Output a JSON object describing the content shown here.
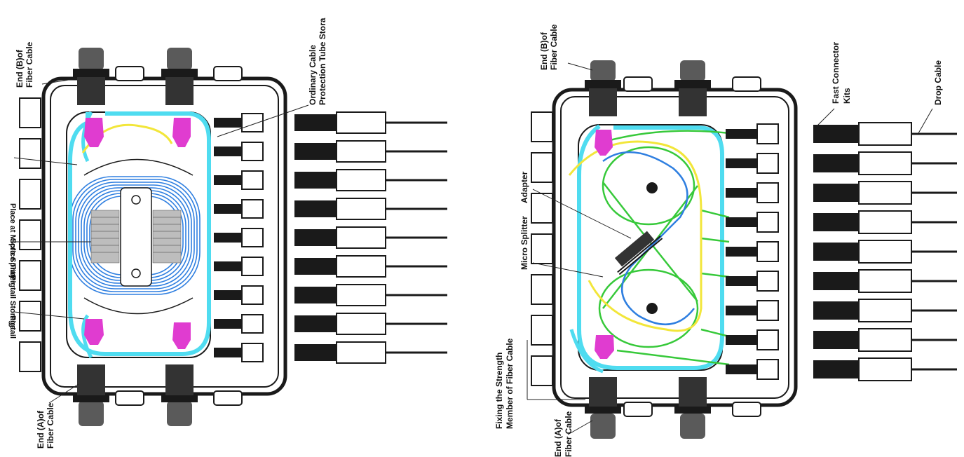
{
  "colors": {
    "cyan_tube": "#4fdcf0",
    "yellow_fiber": "#f2e63a",
    "green_fiber": "#37c93a",
    "blue_fiber": "#2f7fe0",
    "magenta_clamp": "#e03cd0",
    "dark_cap": "#5a5a5a",
    "outline": "#1a1a1a"
  },
  "left_diagram": {
    "labels": {
      "end_b_line1": "End (B)of",
      "end_b_line2": "Fiber Cable",
      "end_a_line1": "End (A)of",
      "end_a_line2": "Fiber Cable",
      "ordinary_line1": "Ordinary Cable",
      "ordinary_line2": "Protection Tube Stora",
      "micro_splitter_area": "Place at Micro Splitter",
      "splice_tray": "Splice Tray",
      "pigtail_sm": "Pigtail Storage",
      "pigtail": "Pigtail"
    }
  },
  "right_diagram": {
    "labels": {
      "end_b_line1": "End (B)of",
      "end_b_line2": "Fiber Cable",
      "fast_connector_line1": "Fast Connector",
      "fast_connector_line2": "Kits",
      "drop_cable": "Drop Cable",
      "adapter": "Adapter",
      "micro_splitter": "Micro Splitter",
      "fixing_line1": "Fixing the Strength",
      "fixing_line2": "Member of Fiber Cable",
      "end_a_line1": "End (A)of",
      "end_a_line2": "Fiber Cable"
    }
  }
}
